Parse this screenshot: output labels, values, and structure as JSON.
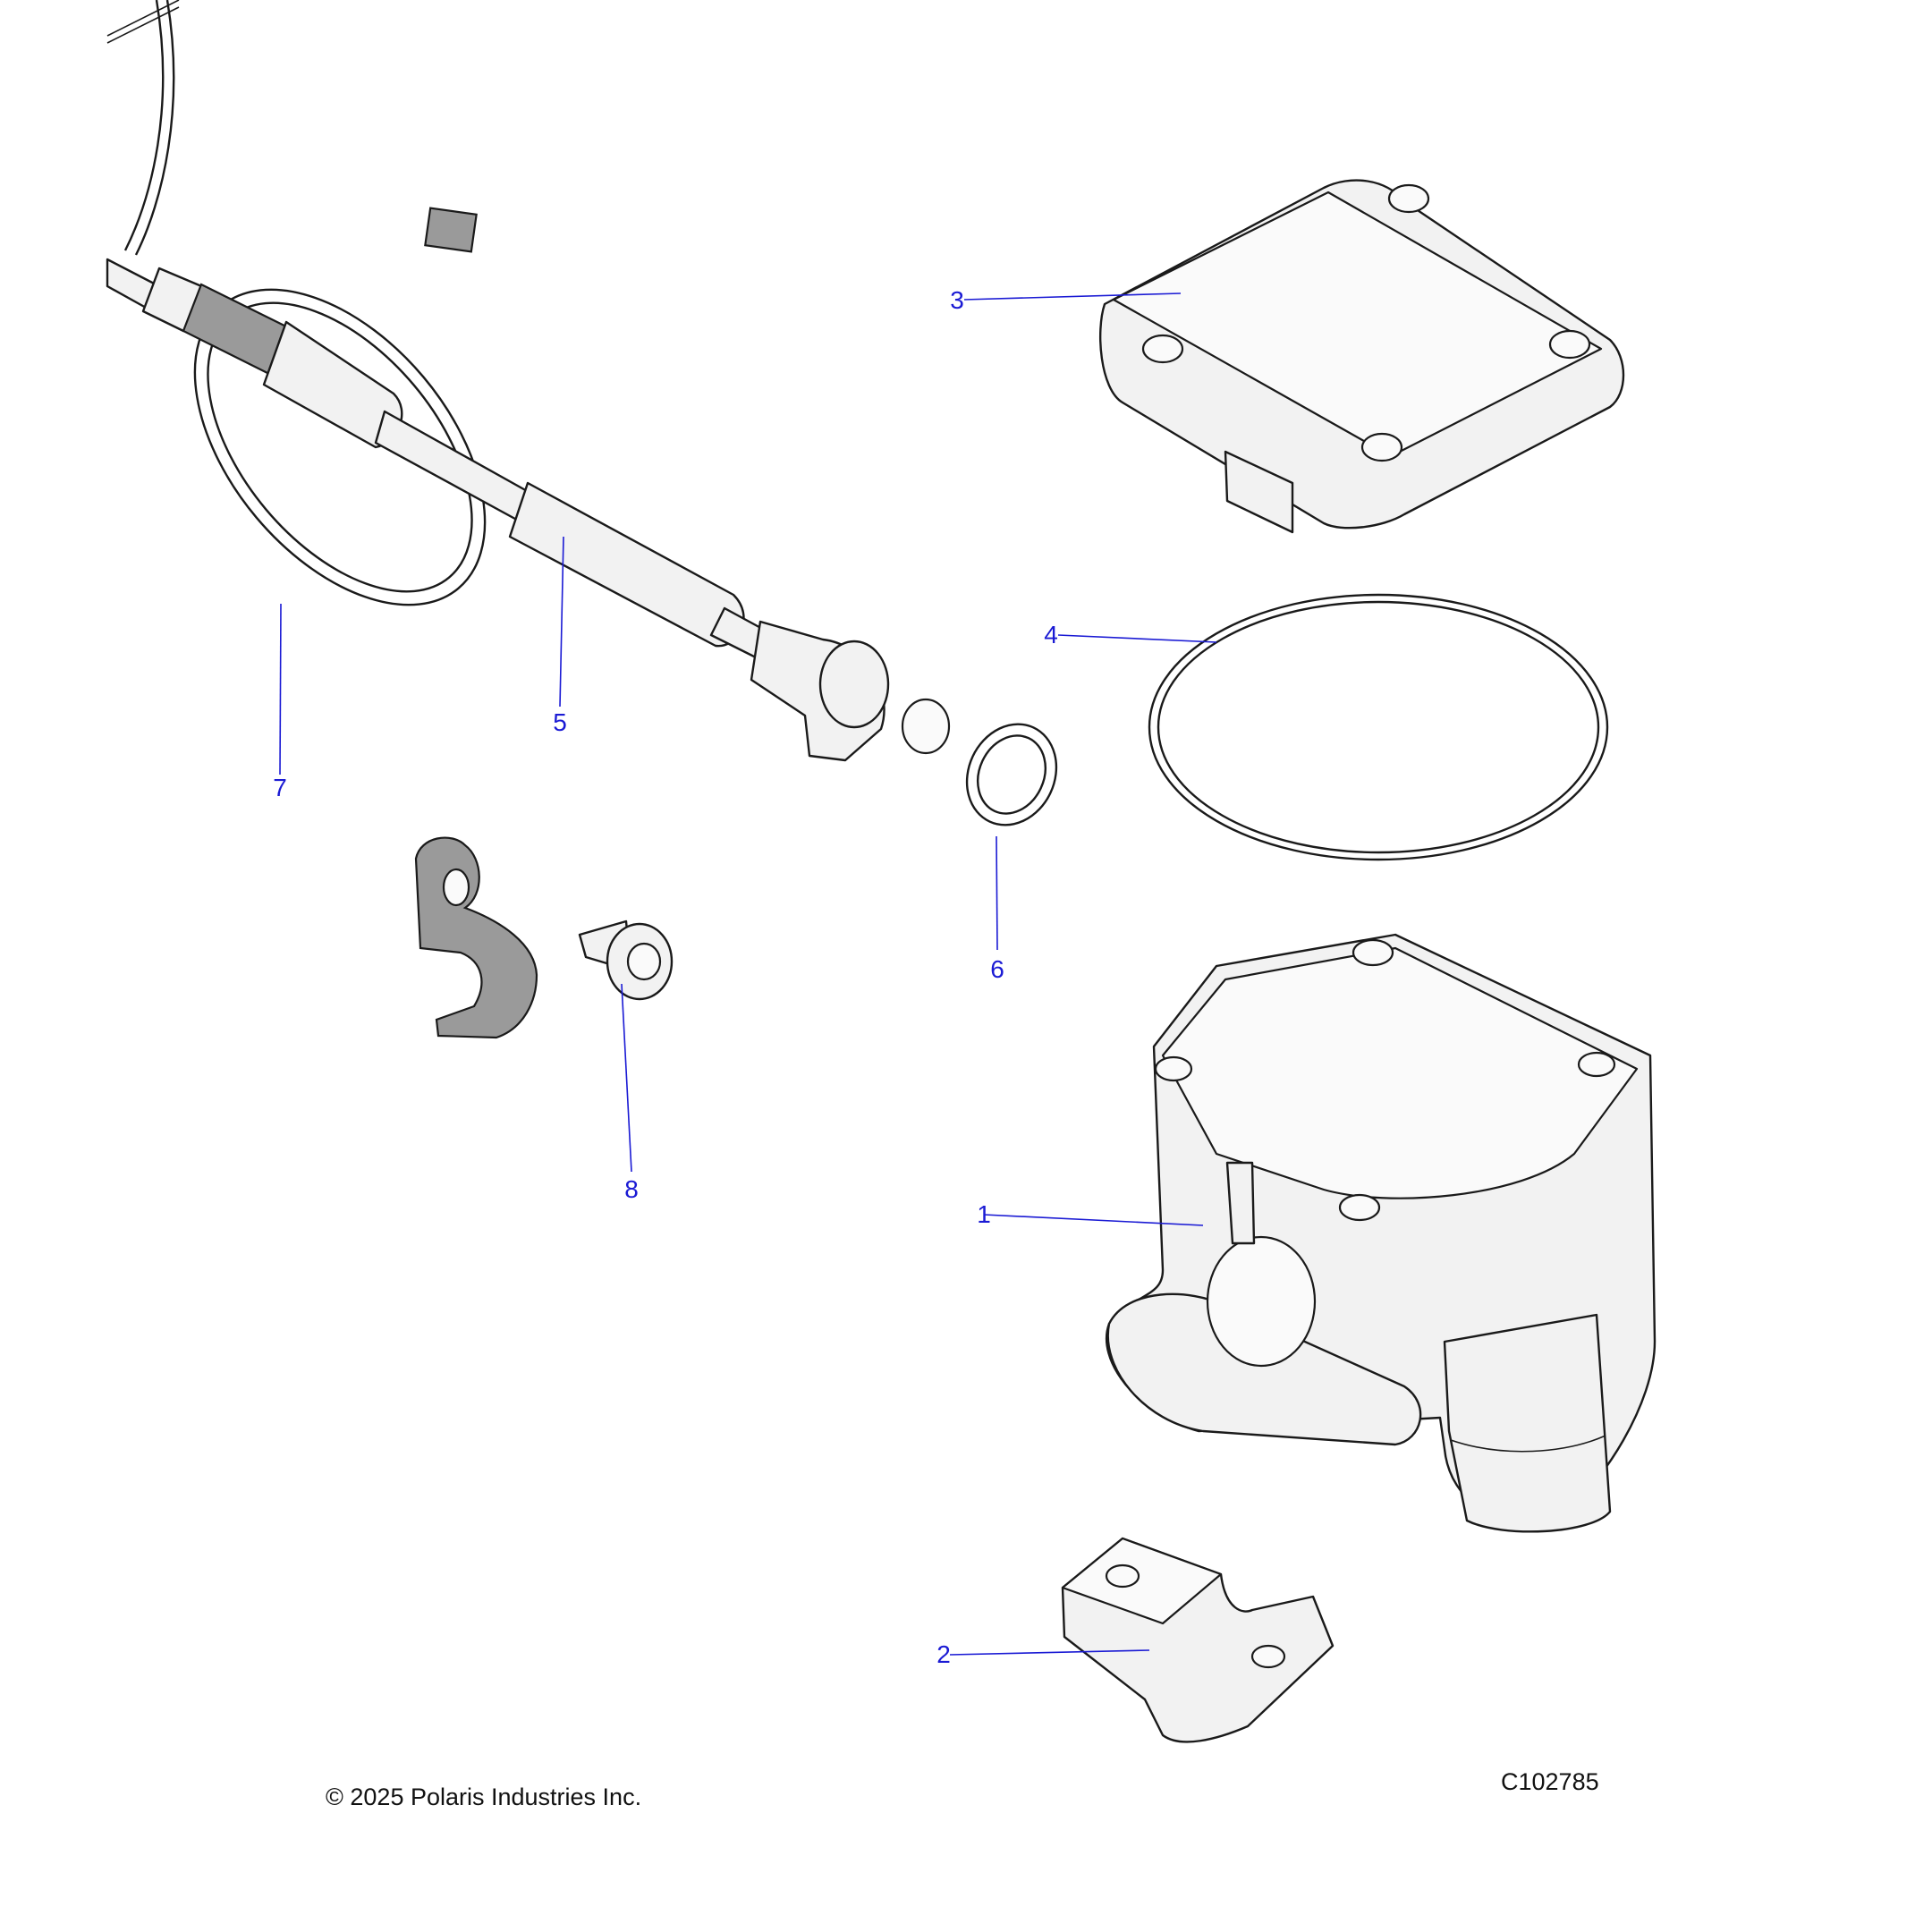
{
  "colors": {
    "callout": "#1a1ad4",
    "outline": "#1a1a1a",
    "fill": "#f2f2f2"
  },
  "callouts": [
    {
      "id": "1",
      "label": "1"
    },
    {
      "id": "2",
      "label": "2"
    },
    {
      "id": "3",
      "label": "3"
    },
    {
      "id": "4",
      "label": "4"
    },
    {
      "id": "5",
      "label": "5"
    },
    {
      "id": "6",
      "label": "6"
    },
    {
      "id": "7",
      "label": "7"
    },
    {
      "id": "8",
      "label": "8"
    }
  ],
  "footer": {
    "copyright": "© 2025 Polaris Industries Inc.",
    "figure_id": "C102785"
  }
}
